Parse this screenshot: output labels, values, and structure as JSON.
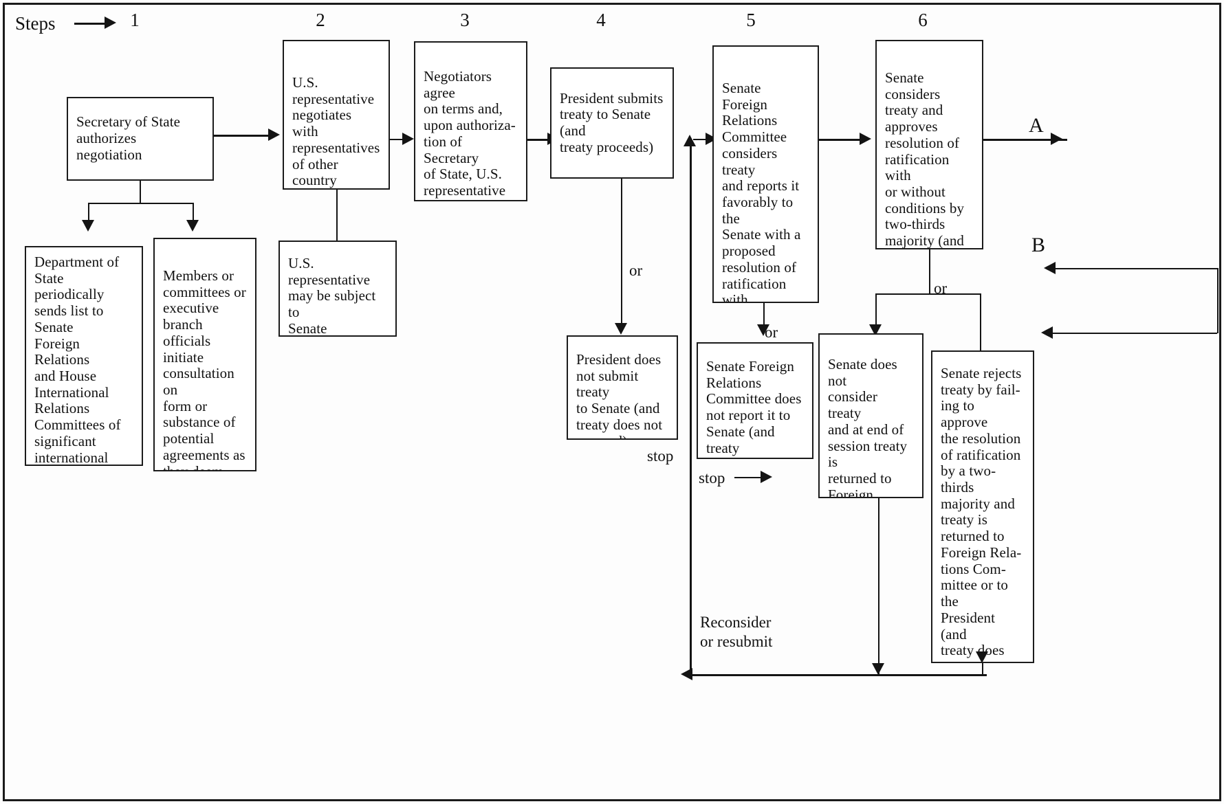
{
  "diagram": {
    "legend_label": "Steps",
    "step_numbers": [
      "1",
      "2",
      "3",
      "4",
      "5",
      "6"
    ],
    "branch_labels": {
      "a": "A",
      "b": "B"
    },
    "connector_labels": {
      "or_step4": "or",
      "or_step5": "or",
      "or_step6": "or",
      "stop_step4": "stop",
      "stop_step5": "stop",
      "reconsider": "Reconsider\nor resubmit"
    },
    "boxes": {
      "step1_main": "Secretary of State\nauthorizes negotiation",
      "step1_sub_left": "Department of\nState periodically\nsends list to Senate\nForeign Relations\nand House\nInternational\nRelations\nCommittees of\nsignificant\ninternational\nagreements that\nhave been cleared\nfor negotiation",
      "step1_sub_right": "Members or\ncommittees or\nexecutive branch\nofficials initiate\nconsultation on\nform or\nsubstance of\npotential\nagreements as\nthey deem\nnecessary",
      "step2_main": "U.S.\nrepresentative\nnegotiates with\nrepresentatives\nof other country\nor countries",
      "step2_sub": "U.S. representative\nmay be subject to\nSenate\nconfirmation",
      "step3_main": "Negotiators agree\non terms and,\nupon authoriza-\ntion of Secretary\nof State, U.S.\nrepresentative\nsigns treaty",
      "step4_main": "President submits\ntreaty to Senate (and\ntreaty proceeds)",
      "step4_alt": "President does\nnot submit treaty\nto Senate (and\ntreaty does not\nproceed)",
      "step5_main": "Senate Foreign\nRelations\nCommittee\nconsiders treaty\nand reports it\nfavorably to the\nSenate with a\nproposed\nresolution of\nratification with\nor without\nconditions (and\ntreaty proceeds)",
      "step5_alt": "Senate Foreign\nRelations\nCommittee does\nnot report it to\nSenate (and treaty\ndoes not proceed)",
      "step6_main": "Senate considers\ntreaty and\napproves\nresolution of\nratification with\nor without\nconditions by\ntwo-thirds\nmajority (and\ntreaty proceeds)",
      "step6_alt_left": "Senate does not\nconsider treaty\nand at end of\nsession treaty is\nreturned to\nForeign\nRelations\nCommittee",
      "step6_alt_right": "Senate rejects\ntreaty by fail-\ning to approve\nthe resolution\nof ratification\nby a two-thirds\nmajority and\ntreaty is\nreturned to\nForeign Rela-\ntions Com-\nmittee or to the\nPresident (and\ntreaty does not\nproceed unless\nreconsidered or\nresubmitted)"
    }
  }
}
